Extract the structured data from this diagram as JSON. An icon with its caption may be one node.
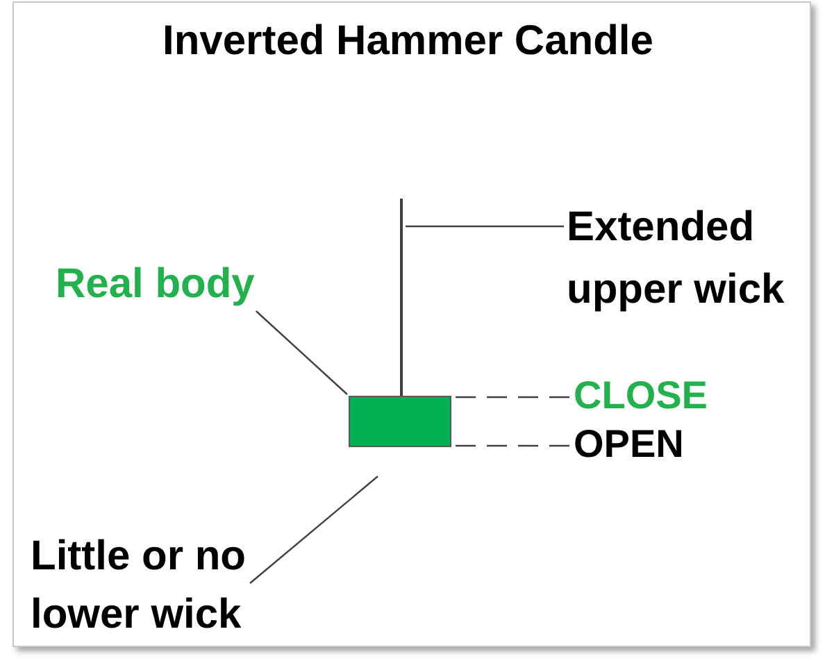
{
  "diagram": {
    "title": "Inverted Hammer Candle",
    "nodes": [
      {
        "text": [],
        "shape": "line"
      },
      {
        "text": [
          "Extended upper wick"
        ]
      },
      {
        "text": [
          "Real body"
        ]
      },
      {
        "text": [],
        "shape": "box"
      },
      {
        "text": [
          "CLOSE"
        ]
      },
      {
        "text": [
          "OPEN"
        ]
      },
      {
        "text": [
          "Little or no lower wick"
        ]
      }
    ],
    "edges": [
      {
        "from": 1,
        "to": 0,
        "arrow": "none"
      },
      {
        "from": 2,
        "to": 3,
        "arrow": "none"
      },
      {
        "from": 4,
        "to": 3,
        "arrow": "none",
        "style": "dashed"
      },
      {
        "from": 5,
        "to": 3,
        "arrow": "none",
        "style": "dashed"
      },
      {
        "from": 6,
        "to": null,
        "arrow": "none"
      }
    ]
  }
}
